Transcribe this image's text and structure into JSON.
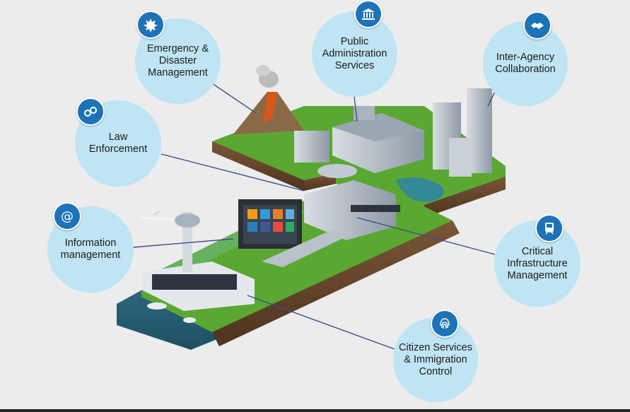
{
  "nodes": [
    {
      "id": "emergency",
      "label": "Emergency & Disaster Management",
      "icon": "emergency-icon"
    },
    {
      "id": "public-admin",
      "label": "Public Administration Services",
      "icon": "government-building-icon"
    },
    {
      "id": "inter-agency",
      "label": "Inter-Agency Collaboration",
      "icon": "handshake-icon"
    },
    {
      "id": "law",
      "label": "Law Enforcement",
      "icon": "handcuffs-icon"
    },
    {
      "id": "information",
      "label": "Information management",
      "icon": "at-sign-icon"
    },
    {
      "id": "critical",
      "label": "Critical Infrastructure Management",
      "icon": "train-icon"
    },
    {
      "id": "citizen",
      "label": "Citizen Services & Immigration Control",
      "icon": "fingerprint-icon"
    }
  ],
  "colors": {
    "bubble": "#bfe4f3",
    "badge": "#1c73b8",
    "connector": "#3a4f8a",
    "grass": "#6bbf3a",
    "soil": "#6b4a2f",
    "water": "#2d6f86"
  }
}
